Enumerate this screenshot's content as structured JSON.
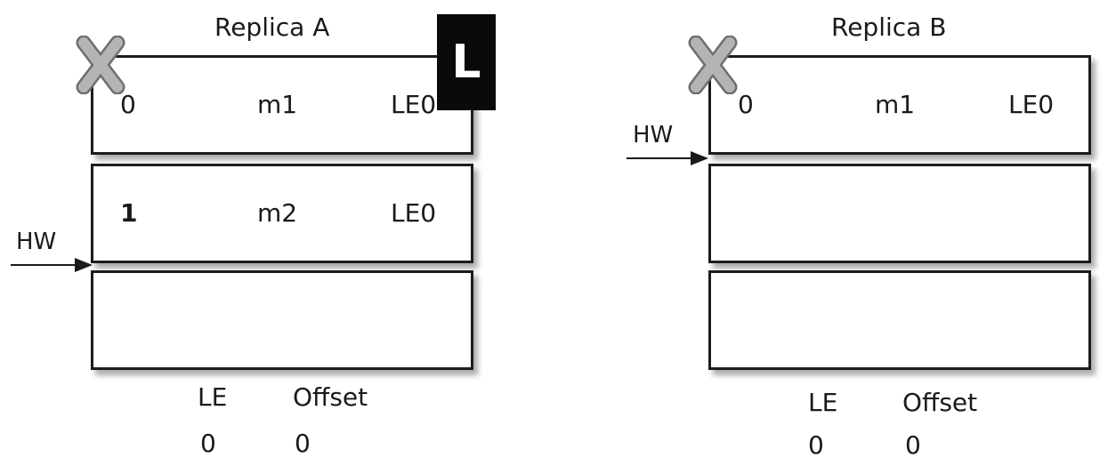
{
  "replicas": [
    {
      "title": "Replica A",
      "leader_badge": "L",
      "hw_label": "HW",
      "rows": [
        {
          "offset": "0",
          "message": "m1",
          "epoch": "LE0"
        },
        {
          "offset": "1",
          "message": "m2",
          "epoch": "LE0"
        },
        {
          "offset": "",
          "message": "",
          "epoch": ""
        }
      ],
      "le_header": "LE",
      "offset_header": "Offset",
      "le_value": "0",
      "offset_value": "0"
    },
    {
      "title": "Replica B",
      "hw_label": "HW",
      "rows": [
        {
          "offset": "0",
          "message": "m1",
          "epoch": "LE0"
        },
        {
          "offset": "",
          "message": "",
          "epoch": ""
        },
        {
          "offset": "",
          "message": "",
          "epoch": ""
        }
      ],
      "le_header": "LE",
      "offset_header": "Offset",
      "le_value": "0",
      "offset_value": "0"
    }
  ],
  "colors": {
    "border": "#1c1c1c",
    "cross_fill": "#b4b4b4",
    "cross_stroke": "#6e6e6e",
    "leader_bg": "#0a0a0a"
  },
  "icons": [
    "x-mark-icon",
    "arrow-right-icon"
  ]
}
